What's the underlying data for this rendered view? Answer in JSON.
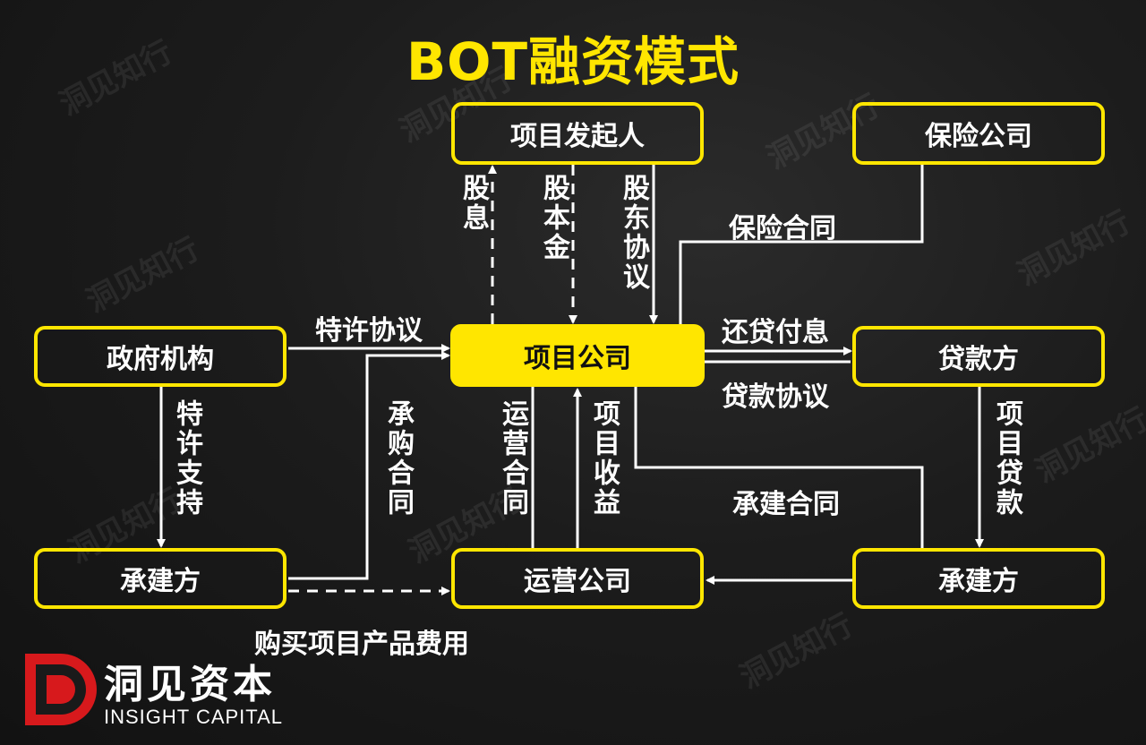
{
  "title": "BOT融资模式",
  "nodes": {
    "sponsor": "项目发起人",
    "insurance": "保险公司",
    "government": "政府机构",
    "project_company": "项目公司",
    "lender": "贷款方",
    "contractor_left": "承建方",
    "operator": "运营公司",
    "contractor_right": "承建方"
  },
  "edges": {
    "dividend": "股息",
    "equity_capital": "股本金",
    "shareholder_agreement": "股东协议",
    "insurance_contract": "保险合同",
    "concession_agreement": "特许协议",
    "repayment": "还贷付息",
    "loan_agreement": "贷款协议",
    "concession_support": "特许支持",
    "offtake_contract": "承购合同",
    "operation_contract": "运营合同",
    "project_revenue": "项目收益",
    "construction_contract": "承建合同",
    "project_loan": "项目贷款",
    "product_purchase_fee": "购买项目产品费用"
  },
  "brand": {
    "name": "洞见资本",
    "name_en": "INSIGHT CAPITAL",
    "watermark": "洞见知行"
  },
  "colors": {
    "accent": "#ffe600",
    "logo_red": "#d7191c",
    "background": "#1a1a1a"
  }
}
